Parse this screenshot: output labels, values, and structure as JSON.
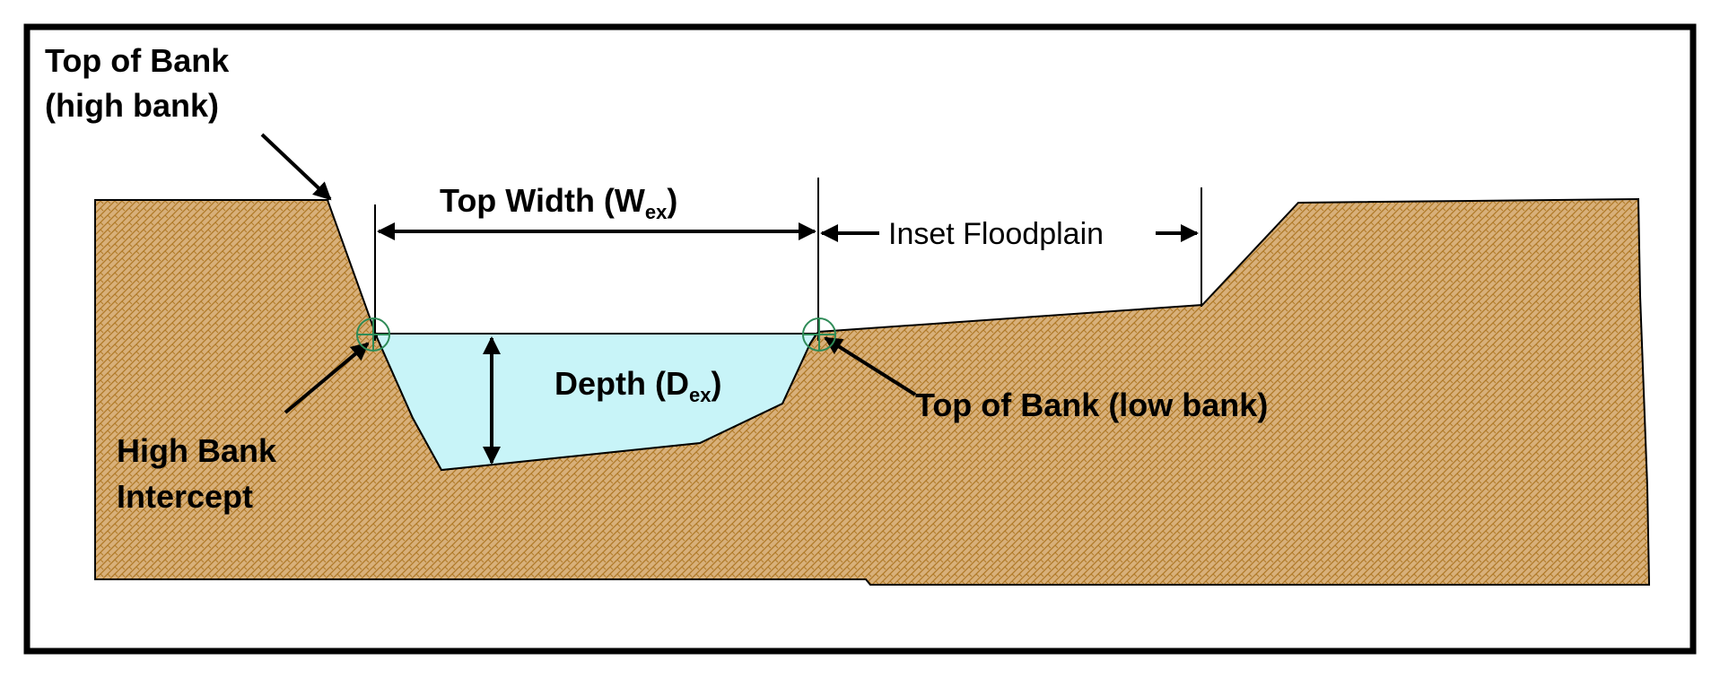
{
  "colors": {
    "soil": "#D8B07A",
    "soil_pattern": "#B07A28",
    "water": "#C8F4F8",
    "intercept_marker": "#2E8B57",
    "line": "#000000"
  },
  "labels": {
    "top_of_bank_high_line1": "Top of Bank",
    "top_of_bank_high_line2": "(high bank)",
    "top_width_text": "Top Width (W",
    "top_width_sub": "ex",
    "top_width_close": ")",
    "inset_floodplain": "Inset Floodplain",
    "depth_text": "Depth (D",
    "depth_sub": "ex",
    "depth_close": ")",
    "top_of_bank_low": "Top of Bank (low bank)",
    "high_bank_intercept_line1": "High Bank",
    "high_bank_intercept_line2": "Intercept"
  },
  "icons": {
    "intercept_marker_left": "crosshair-circle-icon",
    "intercept_marker_right": "crosshair-circle-icon"
  }
}
